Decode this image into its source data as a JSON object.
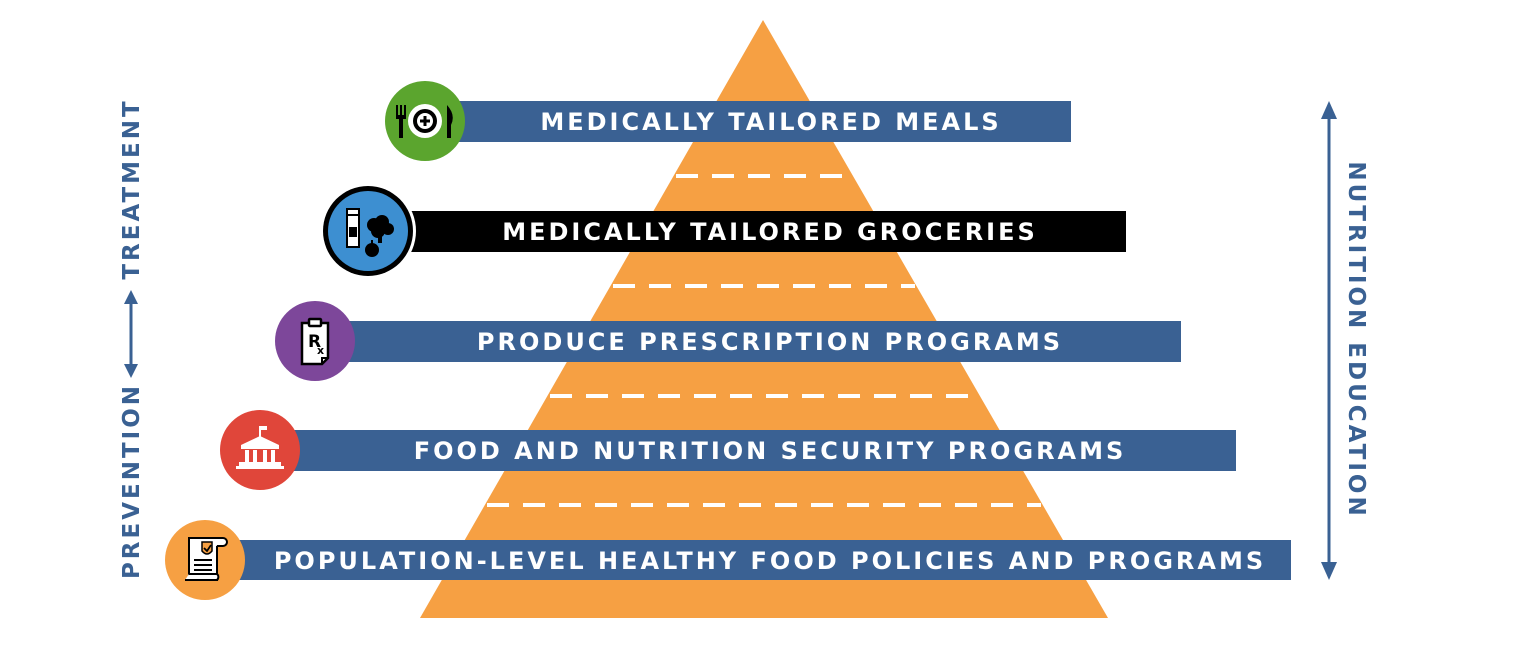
{
  "colors": {
    "pyramid": "#F6A043",
    "bar_blue": "#3A6193",
    "bar_black": "#000000",
    "dash": "#ffffff",
    "axis": "#3A6193"
  },
  "tiers": [
    {
      "label": "MEDICALLY TAILORED MEALS",
      "bar_color": "#3A6193",
      "icon": "plate-fork-knife-icon",
      "icon_bg": "#5BA52E",
      "icon_ring": false
    },
    {
      "label": "MEDICALLY TAILORED GROCERIES",
      "bar_color": "#000000",
      "icon": "groceries-bottle-broccoli-apple-icon",
      "icon_bg": "#3D8FD1",
      "icon_ring": true
    },
    {
      "label": "PRODUCE PRESCRIPTION PROGRAMS",
      "bar_color": "#3A6193",
      "icon": "prescription-clipboard-icon",
      "icon_bg": "#7D479A",
      "icon_ring": false
    },
    {
      "label": "FOOD AND NUTRITION SECURITY PROGRAMS",
      "bar_color": "#3A6193",
      "icon": "government-building-icon",
      "icon_bg": "#E0463A",
      "icon_ring": false
    },
    {
      "label": "POPULATION-LEVEL HEALTHY FOOD POLICIES AND PROGRAMS",
      "bar_color": "#3A6193",
      "icon": "policy-document-shield-icon",
      "icon_bg": "#F6A043",
      "icon_ring": false
    }
  ],
  "left_axis": {
    "bottom_text": "PREVENTION",
    "top_text": "TREATMENT",
    "arrow_icon": "double-arrow-icon"
  },
  "right_axis": {
    "text": "NUTRITION EDUCATION",
    "arrow_icon": "double-arrow-icon"
  }
}
